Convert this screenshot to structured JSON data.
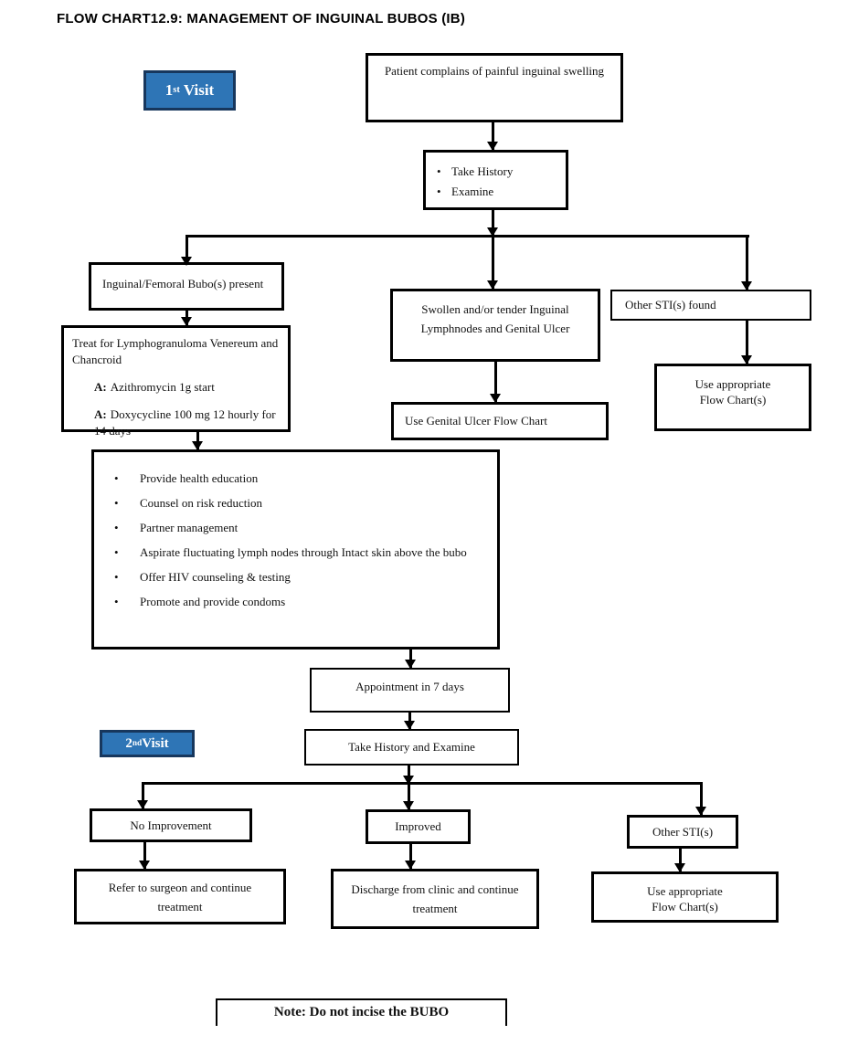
{
  "title": "FLOW CHART12.9: MANAGEMENT OF INGUINAL BUBOS (IB)",
  "colors": {
    "accent_blue": "#2E75B6",
    "accent_blue_border": "#17375D",
    "line_black": "#000000"
  },
  "stage_labels": {
    "visit1": {
      "number": "1",
      "ordinal": "st",
      "text": " Visit"
    },
    "visit2": {
      "number": "2",
      "ordinal": "nd",
      "text": "Visit"
    }
  },
  "nodes": {
    "patient_complains": "Patient complains of painful inguinal swelling",
    "take_history_first": {
      "items": [
        "Take History",
        "Examine"
      ]
    },
    "inguinal_bubo_present": "Inguinal/Femoral Bubo(s) present",
    "swollen_lymphnodes": "Swollen and/or tender Inguinal Lymphnodes and Genital Ulcer",
    "other_sti_found": "Other STI(s) found",
    "treat": {
      "heading": "Treat for Lymphogranuloma Venereum and Chancroid",
      "options": [
        {
          "prefix": "A:",
          "text": "Azithromycin 1g start"
        },
        {
          "prefix": "A:",
          "text": "Doxycycline 100 mg 12 hourly for 14 days"
        }
      ]
    },
    "use_genital_ulcer_chart": "Use Genital Ulcer Flow Chart",
    "use_appropriate_chart_top": {
      "lines": [
        "Use appropriate",
        "Flow Chart(s)"
      ]
    },
    "education": {
      "items": [
        "Provide health education",
        "Counsel on risk reduction",
        "Partner management",
        "Aspirate fluctuating lymph nodes through Intact skin above the bubo",
        "Offer HIV counseling & testing",
        "Promote and provide condoms"
      ]
    },
    "appointment": "Appointment in 7 days",
    "take_history_second": "Take History and Examine",
    "no_improvement": "No Improvement",
    "improved": "Improved",
    "other_sti_second": "Other STI(s)",
    "refer_surgeon": "Refer to surgeon and continue treatment",
    "discharge": "Discharge from clinic and continue treatment",
    "use_appropriate_chart_bottom": {
      "lines": [
        "Use appropriate",
        "Flow Chart(s)"
      ]
    },
    "note": "Note: Do not incise the BUBO"
  }
}
